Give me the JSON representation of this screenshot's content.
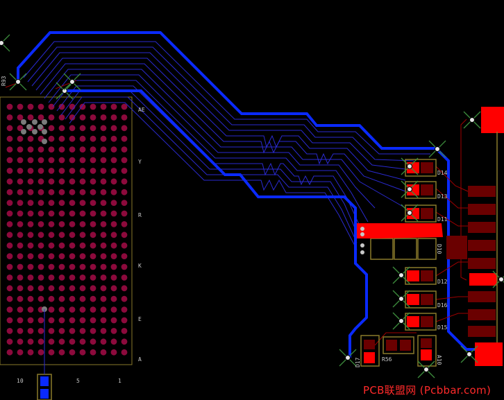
{
  "colors": {
    "background": "#000000",
    "top_copper": "#ff0000",
    "bottom_copper": "#0000ff",
    "bga_pads": "#8c0a3c",
    "via": "#c8c8c8",
    "silkscreen": "#c8c8c8",
    "component_outline": "#8a7a2a",
    "watermark": "#ff2a2a"
  },
  "refdes": {
    "r93": "R93",
    "d14": "D14",
    "d13": "D13",
    "d11": "D11",
    "d10": "D10",
    "d12": "D12",
    "d16": "D16",
    "d15": "D15",
    "r56": "R56",
    "a10": "A10",
    "d17": "D17"
  },
  "bga_row_labels": [
    "AE",
    "Y",
    "R",
    "K",
    "E",
    "A"
  ],
  "bga_col_labels": [
    "10",
    "5",
    "1"
  ],
  "watermark": "PCB联盟网 (Pcbbar.com)"
}
